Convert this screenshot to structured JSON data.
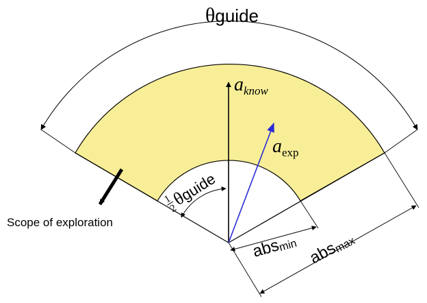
{
  "labels": {
    "theta_top_symbol": "θ",
    "theta_top_sub": "guide",
    "a_know_base": "a",
    "a_know_sub": "know",
    "a_exp_base": "a",
    "a_exp_sub": "exp",
    "half_num": "1",
    "half_den": "2",
    "half_symbol": "θ",
    "half_sub": "guide",
    "scope": "Scope of exploration",
    "abs_min_base": "abs",
    "abs_min_sub": "min",
    "abs_max_base": "abs",
    "abs_max_sub": "max"
  },
  "colors": {
    "sector_fill": "#f7ee97",
    "stroke": "#000000",
    "exp_vector": "#2a2ad8"
  }
}
